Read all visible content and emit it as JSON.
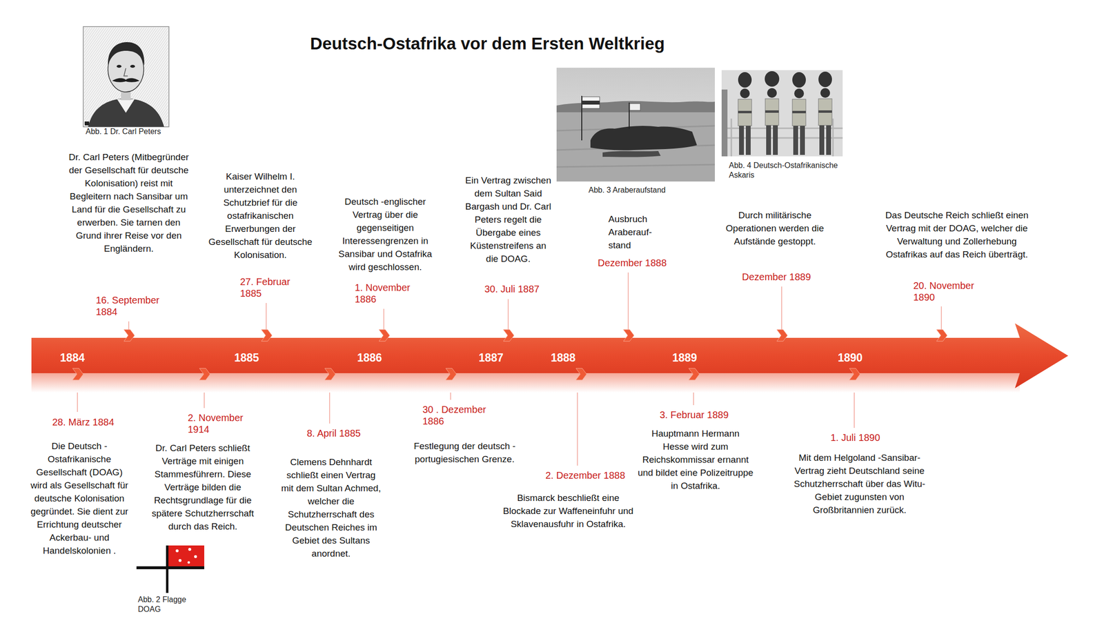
{
  "diagram": {
    "title": "Deutsch-Ostafrika vor dem Ersten Weltkrieg",
    "nodes": [
      {
        "text": [
          "1884",
          "1885",
          "1886",
          "1887",
          "1888",
          "1889",
          "1890"
        ]
      }
    ],
    "labels": [
      "Abb. 1 Dr. Carl Peters",
      "Dr. Carl Peters (Mitbegründer der Gesellschaft für deutsche Kolonisation) reist mit Begleitern nach Sansibar um Land für die Gesellschaft zu erwerben. Sie tarnen den Grund ihrer Reise vor den Engländern.",
      "16. September 1884",
      "Kaiser Wilhelm I. unterzeichnet den Schutzbrief für die ostafrikanischen Erwerbungen der Gesellschaft für deutsche Kolonisation.",
      "27. Februar 1885",
      "Deutsch -englischer Vertrag über die gegenseitigen Interessengrenzen in Sansibar und Ostafrika wird geschlossen.",
      "1. November 1886",
      "Ein Vertrag zwischen dem Sultan Said Bargash und Dr. Carl Peters regelt die Übergabe eines Küstenstreifens an die DOAG.",
      "30. Juli 1887",
      "Abb. 3 Araberaufstand",
      "Ausbruch Araberauf- stand",
      "Dezember 1888",
      "Abb. 4 Deutsch-Ostafrikanische Askaris",
      "Durch militärische Operationen werden die Aufstände gestoppt.",
      "Dezember 1889",
      "Das Deutsche Reich schließt einen Vertrag mit der DOAG, welcher die Verwaltung und Zollerhebung Ostafrikas auf das Reich überträgt.",
      "20. November 1890",
      "28. März 1884",
      "Die Deutsch - Ostafrikanische Gesellschaft (DOAG) wird als Gesellschaft für deutsche Kolonisation gegründet. Sie dient zur Errichtung deutscher Ackerbau- und Handelskolonien .",
      "2. November 1914",
      "Dr. Carl Peters schließt Verträge mit einigen Stammesführern. Diese Verträge bilden die Rechtsgrundlage für die spätere Schutzherrschaft durch das Reich.",
      "Abb. 2 Flagge DOAG",
      "8. April 1885",
      "Clemens Dehnhardt schließt einen Vertrag mit dem Sultan Achmed, welcher die Schutzherrschaft des Deutschen Reiches im Gebiet des Sultans anordnet.",
      "30 . Dezember 1886",
      "Festlegung der deutsch - portugiesischen Grenze.",
      "2. Dezember 1888",
      "Bismarck beschließt eine Blockade zur Waffeneinfuhr und Sklavenausfuhr in Ostafrika.",
      "3. Februar 1889",
      "Hauptmann Hermann Hesse wird zum Reichskommissar ernannt und bildet eine Polizeitruppe in Ostafrika.",
      "1. Juli 1890",
      "Mit dem Helgoland -Sansibar-Vertrag zieht Deutschland seine Schutzherrschaft über das Witu-Gebiet zugunsten von Großbritannien zurück."
    ]
  }
}
